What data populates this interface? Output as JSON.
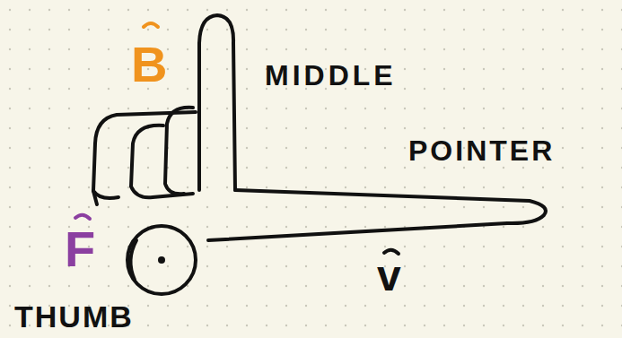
{
  "diagram": {
    "labels": [
      "B",
      "MIDDLE",
      "POINTER",
      "F",
      "THUMB",
      "v"
    ]
  }
}
